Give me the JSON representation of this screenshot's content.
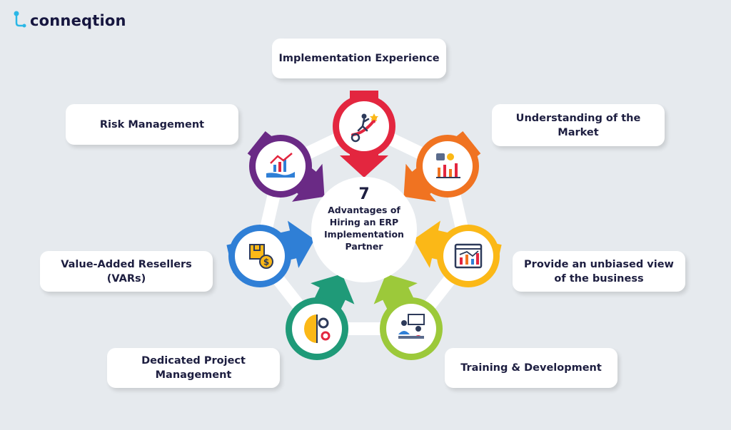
{
  "brand": {
    "name": "conneqtion"
  },
  "center": {
    "number": "7",
    "text": "Advantages of\nHiring an ERP\nImplementation\nPartner"
  },
  "advantages": [
    {
      "label": "Implementation Experience",
      "color": "#e3263f",
      "icon": "person-climbing-arrow-icon"
    },
    {
      "label": "Understanding of the\nMarket",
      "color": "#f07321",
      "icon": "hand-coin-chart-icon"
    },
    {
      "label": "Provide an unbiased view\nof the business",
      "color": "#fbb817",
      "icon": "analytics-window-icon"
    },
    {
      "label": "Training & Development",
      "color": "#9cc93a",
      "icon": "training-meeting-icon"
    },
    {
      "label": "Dedicated Project\nManagement",
      "color": "#1f9a78",
      "icon": "brain-gears-icon"
    },
    {
      "label": "Value-Added Resellers\n(VARs)",
      "color": "#2f7fd6",
      "icon": "box-dollar-icon"
    },
    {
      "label": "Risk Management",
      "color": "#6a2a85",
      "icon": "hand-growth-chart-icon"
    }
  ]
}
